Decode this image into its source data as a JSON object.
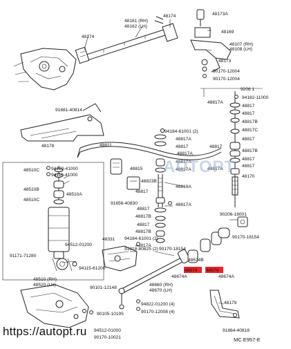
{
  "watermark_url": "https://autopt.ru",
  "watermark_logo": "AUTOPT",
  "drawing_code": "MC E957-E",
  "highlight_color": "#e8242c",
  "labels": [
    {
      "id": "l48174a",
      "text": "48174"
    },
    {
      "id": "l48161",
      "text": "48161 (RH)"
    },
    {
      "id": "l48162",
      "text": "48162 (LH)"
    },
    {
      "id": "l48174b",
      "text": "48174"
    },
    {
      "id": "l48173a",
      "text": "48173A"
    },
    {
      "id": "l48169",
      "text": "48169"
    },
    {
      "id": "l48107",
      "text": "48107 (RH)"
    },
    {
      "id": "l48108",
      "text": "48108 (LH)"
    },
    {
      "id": "l48173",
      "text": "48173"
    },
    {
      "id": "l90170_12004",
      "text": "90170-12004"
    },
    {
      "id": "l90170_12004b",
      "text": "90170-12004"
    },
    {
      "id": "l92061",
      "text": "9206 1"
    },
    {
      "id": "l91681",
      "text": "91681-40814"
    },
    {
      "id": "l48817a_1",
      "text": "48817A"
    },
    {
      "id": "l94182",
      "text": "94182-11000"
    },
    {
      "id": "l48817_1",
      "text": "48817"
    },
    {
      "id": "l48817_2",
      "text": "48817"
    },
    {
      "id": "l48817c",
      "text": "48817C"
    },
    {
      "id": "l48817b",
      "text": "48817B"
    },
    {
      "id": "l94184",
      "text": "94184-61001 (2)"
    },
    {
      "id": "l48817a_2",
      "text": "48817A"
    },
    {
      "id": "l48817_3",
      "text": "48817"
    },
    {
      "id": "l48178",
      "text": "48178"
    },
    {
      "id": "l48811",
      "text": "48811"
    },
    {
      "id": "l48817_4",
      "text": "48817"
    },
    {
      "id": "l48817_5",
      "text": "48817"
    },
    {
      "id": "l48817_6",
      "text": "48817"
    },
    {
      "id": "l48817a_3",
      "text": "48817A"
    },
    {
      "id": "l48817a_4",
      "text": "48817A"
    },
    {
      "id": "l48817a_5",
      "text": "48817A"
    },
    {
      "id": "l48817_7",
      "text": "48817"
    },
    {
      "id": "l48817a_6",
      "text": "48817A"
    },
    {
      "id": "l48170",
      "text": "48170"
    },
    {
      "id": "l48817b_2",
      "text": "48817B"
    },
    {
      "id": "l48815",
      "text": "48815"
    },
    {
      "id": "l48823b",
      "text": "48823B"
    },
    {
      "id": "l48817_8",
      "text": "48817"
    },
    {
      "id": "l48819a",
      "text": "48819A"
    },
    {
      "id": "l48510c",
      "text": "48510C"
    },
    {
      "id": "l94120",
      "text": "94120-41000"
    },
    {
      "id": "l94110",
      "text": "94110-41000"
    },
    {
      "id": "l48510a",
      "text": "48510A"
    },
    {
      "id": "l48510b",
      "text": "48510B"
    },
    {
      "id": "l48510c_2",
      "text": "48510C"
    },
    {
      "id": "l91656",
      "text": "91656-40830"
    },
    {
      "id": "l48817_9",
      "text": "48817"
    },
    {
      "id": "l48817b_3",
      "text": "48817B"
    },
    {
      "id": "l48817_10",
      "text": "48817"
    },
    {
      "id": "l48817b_4",
      "text": "48817B"
    },
    {
      "id": "l94184_2",
      "text": "94184-61001 (2)"
    },
    {
      "id": "l48817a_7",
      "text": "48817A"
    },
    {
      "id": "l48817a_8",
      "text": "48817A"
    },
    {
      "id": "l90206",
      "text": "90206-18001"
    },
    {
      "id": "l48331",
      "text": "48331"
    },
    {
      "id": "l91818",
      "text": "91818-80825 (2)"
    },
    {
      "id": "l94512_1",
      "text": "94512-01200"
    },
    {
      "id": "l91171",
      "text": "91171-71280"
    },
    {
      "id": "l94115",
      "text": "94115-61200"
    },
    {
      "id": "l90170_18154",
      "text": "90170-18154"
    },
    {
      "id": "l90170_18154b",
      "text": "90170-18154"
    },
    {
      "id": "l48674b",
      "text": "48674B"
    },
    {
      "id": "l48674",
      "text": "48674"
    },
    {
      "id": "l48674a",
      "text": "48674A"
    },
    {
      "id": "l48674a_2",
      "text": "48674A"
    },
    {
      "id": "l48674_2",
      "text": "48674"
    },
    {
      "id": "l48510",
      "text": "48510 (RH)"
    },
    {
      "id": "l48520",
      "text": "48520 (LH)"
    },
    {
      "id": "l90101",
      "text": "90101-12148"
    },
    {
      "id": "l48660",
      "text": "48660 (RH)"
    },
    {
      "id": "l48670",
      "text": "48670 (LH)"
    },
    {
      "id": "l94822",
      "text": "94822-01200 (4)"
    },
    {
      "id": "l90170_12008",
      "text": "90170-12008 (4)"
    },
    {
      "id": "l90105",
      "text": "90105-10195"
    },
    {
      "id": "l94512_2",
      "text": "94512-01000"
    },
    {
      "id": "l90170_10021",
      "text": "90170-10021"
    },
    {
      "id": "l48179",
      "text": "48179"
    },
    {
      "id": "l91864",
      "text": "91864-40818"
    }
  ]
}
